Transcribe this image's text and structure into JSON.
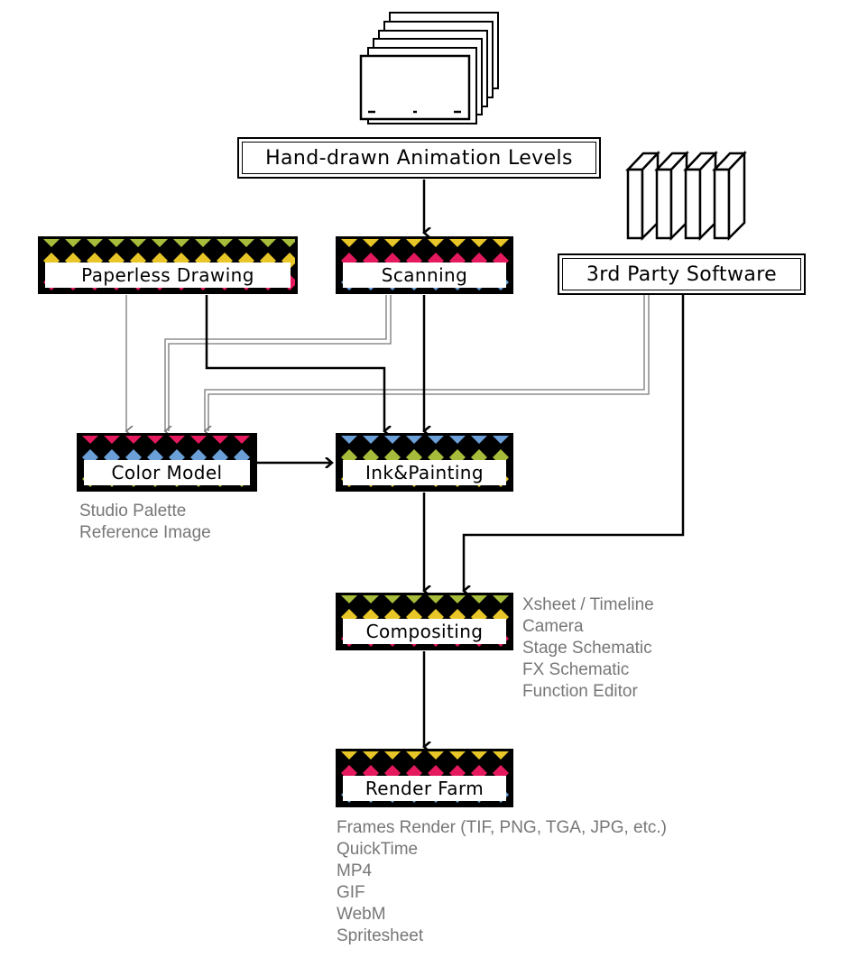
{
  "nodes": {
    "hand_drawn": "Hand-drawn Animation Levels",
    "paperless": "Paperless Drawing",
    "scanning": "Scanning",
    "third_party": "3rd Party Software",
    "color_model": "Color Model",
    "ink_painting": "Ink&Painting",
    "compositing": "Compositing",
    "render_farm": "Render Farm"
  },
  "color_model_notes": [
    "Studio Palette",
    "Reference Image"
  ],
  "compositing_notes": [
    "Xsheet / Timeline",
    "Camera",
    "Stage Schematic",
    "FX Schematic",
    "Function Editor"
  ],
  "render_notes": [
    "Frames Render (TIF, PNG, TGA, JPG, etc.)",
    "QuickTime",
    "MP4",
    "GIF",
    "WebM",
    "Spritesheet"
  ],
  "colors": {
    "pattern": [
      "#a7bc3a",
      "#e8c628",
      "#e5195e",
      "#6a9fd8"
    ],
    "note_text": "#777777",
    "line": "#000000",
    "secondary_line": "#777777"
  }
}
